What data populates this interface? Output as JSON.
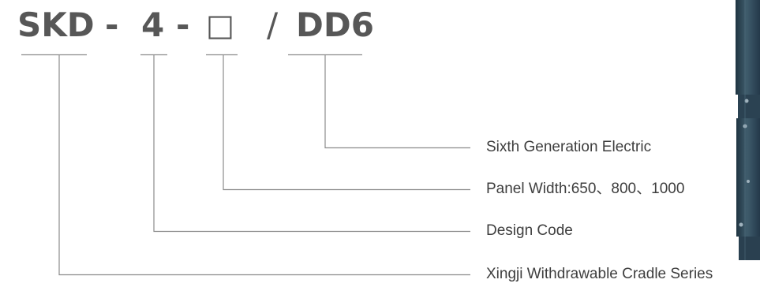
{
  "model_code": {
    "series": "SKD",
    "sep1": "-",
    "design": "4",
    "sep2": "-",
    "width": "□",
    "slash": "/",
    "generation": "DD6"
  },
  "legend": [
    {
      "id": "generation",
      "text": "Sixth Generation Electric"
    },
    {
      "id": "width",
      "text": "Panel Width:650、800、1000"
    },
    {
      "id": "design",
      "text": "Design Code"
    },
    {
      "id": "series",
      "text": "Xingji Withdrawable Cradle Series"
    }
  ],
  "colors": {
    "code_text": "#575757",
    "label_text": "#3e3e3e",
    "lines": "#8c8c8c",
    "product_body": "#2d4655"
  }
}
